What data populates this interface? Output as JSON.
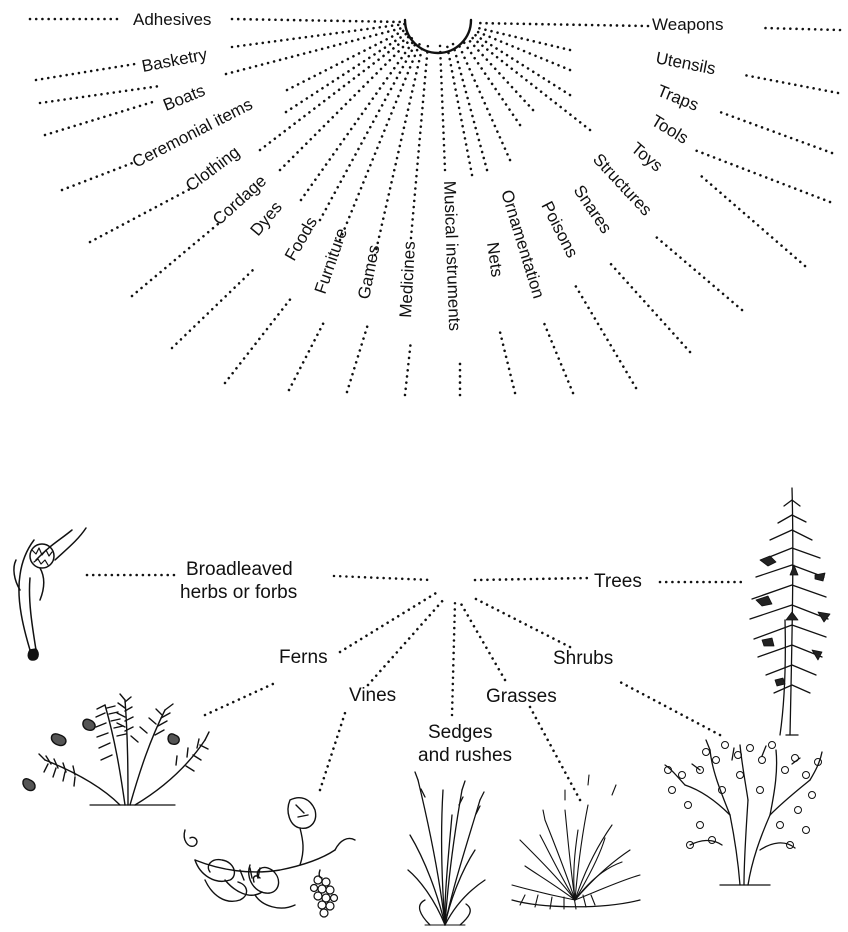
{
  "uses": {
    "items": [
      {
        "label": "Adhesives",
        "icon": "text"
      },
      {
        "label": "Basketry"
      },
      {
        "label": "Boats"
      },
      {
        "label": "Ceremonial items"
      },
      {
        "label": "Clothing"
      },
      {
        "label": "Cordage"
      },
      {
        "label": "Dyes"
      },
      {
        "label": "Foods"
      },
      {
        "label": "Furniture"
      },
      {
        "label": "Games"
      },
      {
        "label": "Medicines"
      },
      {
        "label": "Musical instruments"
      },
      {
        "label": "Nets"
      },
      {
        "label": "Ornamentation"
      },
      {
        "label": "Poisons"
      },
      {
        "label": "Snares"
      },
      {
        "label": "Structures"
      },
      {
        "label": "Toys"
      },
      {
        "label": "Tools"
      },
      {
        "label": "Traps"
      },
      {
        "label": "Utensils"
      },
      {
        "label": "Weapons"
      }
    ]
  },
  "plant_types": {
    "broadleaved_line1": "Broadleaved",
    "broadleaved_line2": "herbs or forbs",
    "trees": "Trees",
    "ferns": "Ferns",
    "vines": "Vines",
    "sedges_line1": "Sedges",
    "sedges_line2": "and rushes",
    "grasses": "Grasses",
    "shrubs": "Shrubs"
  },
  "icons": [
    "forb-illustration",
    "fern-illustration",
    "vine-illustration",
    "sedge-illustration",
    "grass-illustration",
    "shrub-illustration",
    "tree-illustration"
  ]
}
